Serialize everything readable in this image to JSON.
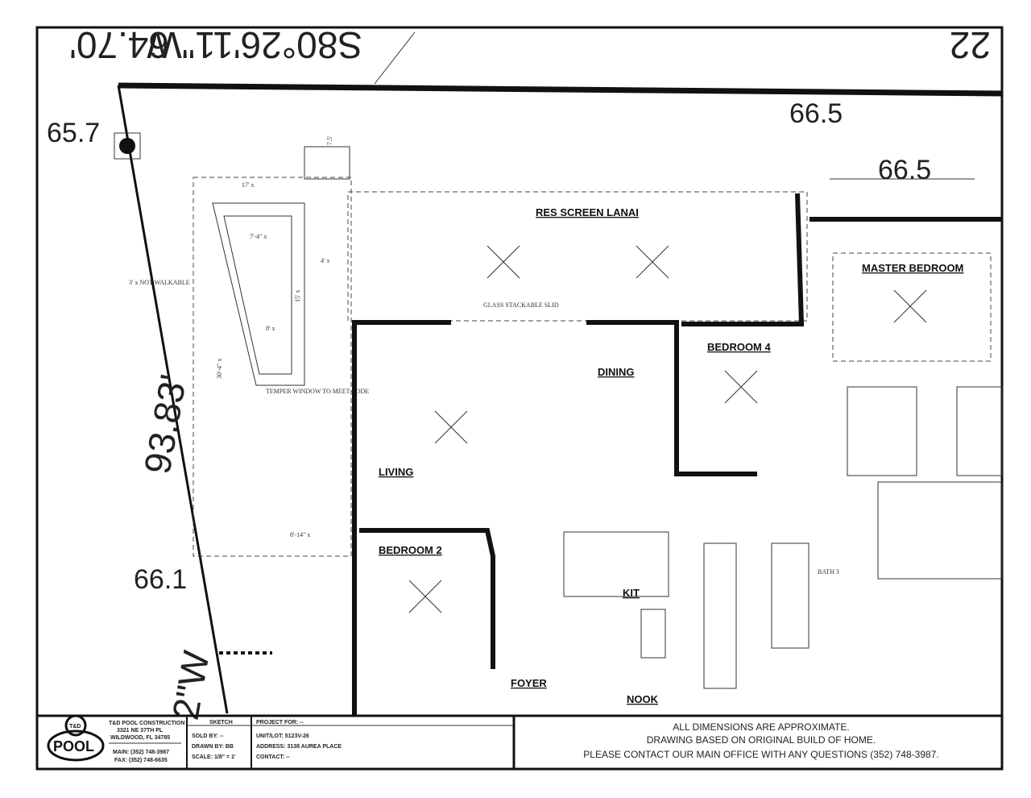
{
  "boundary": {
    "top_bearing": "S80°26'11\"W",
    "top_distance": "64.70'",
    "top_right_number": "22",
    "left_distance": "93.83'",
    "left_bottom_bearing": "2\"W",
    "elevations": [
      "65.7",
      "66.5",
      "66.5",
      "66.1"
    ]
  },
  "pool": {
    "setback": "7.5'",
    "not_walkable": "3' x NOT WALKABLE",
    "temper_note": "TEMPER WINDOW TO MEET CODE",
    "dims": [
      "17' x",
      "7'-4\" x",
      "4' x",
      "15' x",
      "8' x",
      "30'-4\" x",
      "8'-14\" x"
    ]
  },
  "rooms": {
    "lanai": "RES SCREEN LANAI",
    "master": "MASTER BEDROOM",
    "bedroom4": "BEDROOM 4",
    "dining": "DINING",
    "living": "LIVING",
    "bedroom2": "BEDROOM 2",
    "kitchen": "KIT",
    "foyer": "FOYER",
    "nook": "NOOK",
    "bath3": "BATH 3",
    "slider": "GLASS STACKABLE SLID"
  },
  "title_block": {
    "company": "T&D POOL CONSTRUCTION",
    "address1": "3321 NE 37TH PL",
    "address2": "WILDWOOD, FL 34785",
    "main_phone": "MAIN: (352) 748-3987",
    "fax": "FAX: (352) 748-6635",
    "logo_text": "POOL",
    "logo_top": "T&D",
    "sketch_header": "SKETCH",
    "sold_by": "SOLD BY: --",
    "drawn_by": "DRAWN BY: BB",
    "scale": "SCALE: 1/8\" = 1'",
    "project_for": "PROJECT FOR: --",
    "unit_lot": "UNIT/LOT: 5123V-26",
    "address": "ADDRESS: 3138 AUREA PLACE",
    "contact": "CONTACT: --"
  },
  "notes": [
    "ALL DIMENSIONS ARE APPROXIMATE.",
    "DRAWING BASED ON ORIGINAL BUILD OF HOME.",
    "PLEASE CONTACT OUR MAIN OFFICE WITH ANY QUESTIONS (352) 748-3987."
  ]
}
